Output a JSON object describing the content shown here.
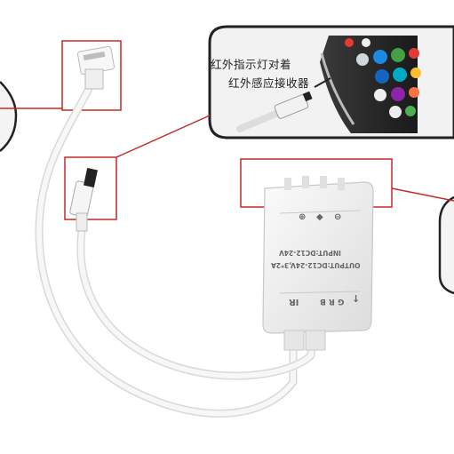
{
  "callout": {
    "line1": "红外指示灯对着",
    "line2": "红外感应接收器"
  },
  "controller": {
    "input_label": "INPUT:DC12-24V",
    "output_label": "OUTPUT:DC12-24V,3*2A",
    "ir_label": "IR",
    "grb_label": "G R B",
    "arrow_symbol": "↓",
    "polarity_plus": "⊕",
    "polarity_dot": "◆",
    "polarity_minus": "⊖"
  },
  "colors": {
    "highlight_box": "#c62828",
    "body": "#f3f3f3",
    "cable": "#eeeeee"
  },
  "icons": [
    "remote-control-icon",
    "connector-icon",
    "ir-receiver-icon"
  ]
}
